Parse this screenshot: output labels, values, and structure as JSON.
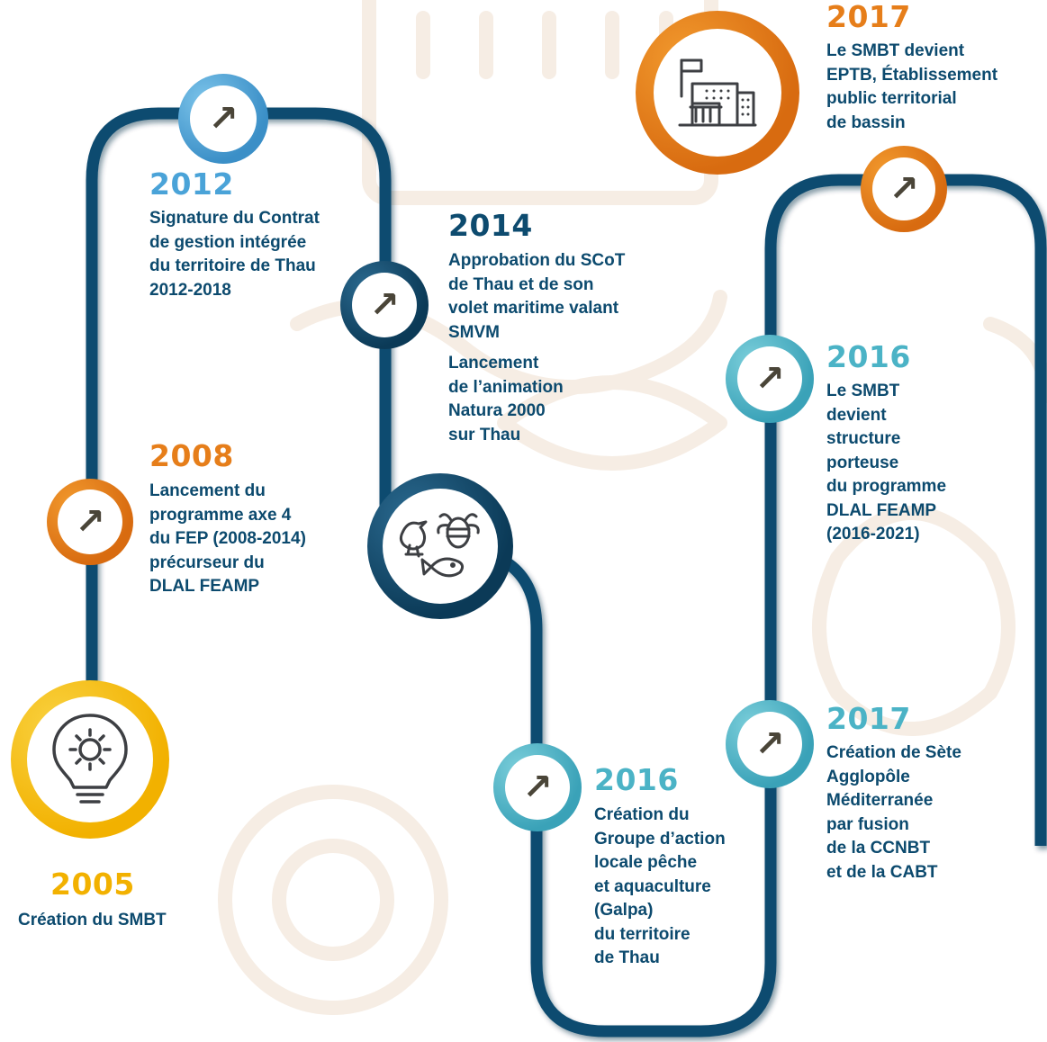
{
  "colors": {
    "path": "#0d4b6f",
    "path_shadow": "#0a2f47",
    "orange": "#e67e1a",
    "blue": "#4aa3d8",
    "teal": "#4bb3c6",
    "yellow": "#f5bf1e",
    "dark": "#0d4b6f",
    "watermark": "#f6ede4",
    "text": "#0c4a6e",
    "arrow": "#4a4538"
  },
  "icons": {
    "arrow": "↗",
    "lightbulb": "lightbulb-gear-icon",
    "building": "building-flag-icon",
    "nature": "bird-bee-fish-icon"
  },
  "events": [
    {
      "year": "2005",
      "lines": [
        "Création du SMBT"
      ]
    },
    {
      "year": "2008",
      "lines": [
        "Lancement du",
        "programme axe 4",
        "du FEP (2008-2014)",
        "précurseur du",
        "DLAL FEAMP"
      ]
    },
    {
      "year": "2012",
      "lines": [
        "Signature du Contrat",
        "de gestion intégrée",
        "du territoire de Thau",
        "2012-2018"
      ]
    },
    {
      "year": "2014",
      "lines": [
        "Approbation du SCoT",
        "de Thau et de son",
        "volet maritime valant",
        "SMVM"
      ]
    },
    {
      "year": "",
      "lines": [
        "Lancement",
        "de l’animation",
        "Natura 2000",
        "sur Thau"
      ]
    },
    {
      "year": "2016",
      "lines": [
        "Création du",
        "Groupe d’action",
        "locale pêche",
        "et aquaculture",
        "(Galpa)",
        "du territoire",
        "de Thau"
      ]
    },
    {
      "year": "2016",
      "lines": [
        "Le SMBT",
        "devient",
        "structure",
        "porteuse",
        "du programme",
        "DLAL FEAMP",
        "(2016-2021)"
      ]
    },
    {
      "year": "2017",
      "lines": [
        "Création de Sète",
        "Agglopôle",
        "Méditerranée",
        "par fusion",
        "de la CCNBT",
        "et de la CABT"
      ]
    },
    {
      "year": "2017",
      "lines": [
        "Le SMBT devient",
        "EPTB, Établissement",
        "public territorial",
        "de bassin"
      ]
    }
  ]
}
